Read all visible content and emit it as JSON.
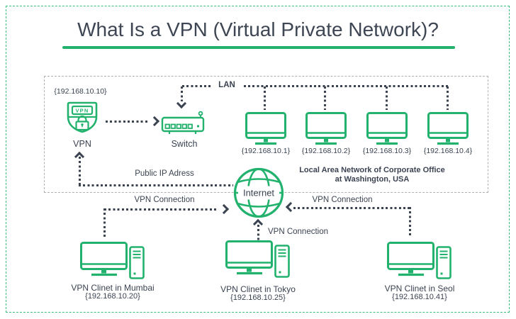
{
  "title": "What Is a VPN (Virtual Private Network)?",
  "vpn_gateway": {
    "ip": "{192.168.10.10}",
    "shield_text": "VPN",
    "label": "VPN"
  },
  "switch": {
    "label": "Switch"
  },
  "lan": {
    "label": "LAN",
    "caption_line1": "Local Area Network of Corporate Office",
    "caption_line2": "at Washington, USA",
    "computers": [
      {
        "ip": "{192.168.10.1}"
      },
      {
        "ip": "{192.168.10.2}"
      },
      {
        "ip": "{192.168.10.3}"
      },
      {
        "ip": "{192.168.10.4}"
      }
    ]
  },
  "internet": {
    "label": "Internet"
  },
  "labels": {
    "public_ip": "Public IP Adress",
    "vpn_connection_mumbai": "VPN Connection",
    "vpn_connection_tokyo": "VPN Connection",
    "vpn_connection_seoul": "VPN Connection"
  },
  "clients": [
    {
      "name": "VPN Clinet in Mumbai",
      "ip": "{192.168.10.20}"
    },
    {
      "name": "VPN Clinet in Tokyo",
      "ip": "{192.168.10.25}"
    },
    {
      "name": "VPN Clinet in Seol",
      "ip": "{192.168.10.41}"
    }
  ],
  "colors": {
    "green": "#22b26e",
    "dark": "#3b4351",
    "inner_border": "#b0b0b0"
  }
}
